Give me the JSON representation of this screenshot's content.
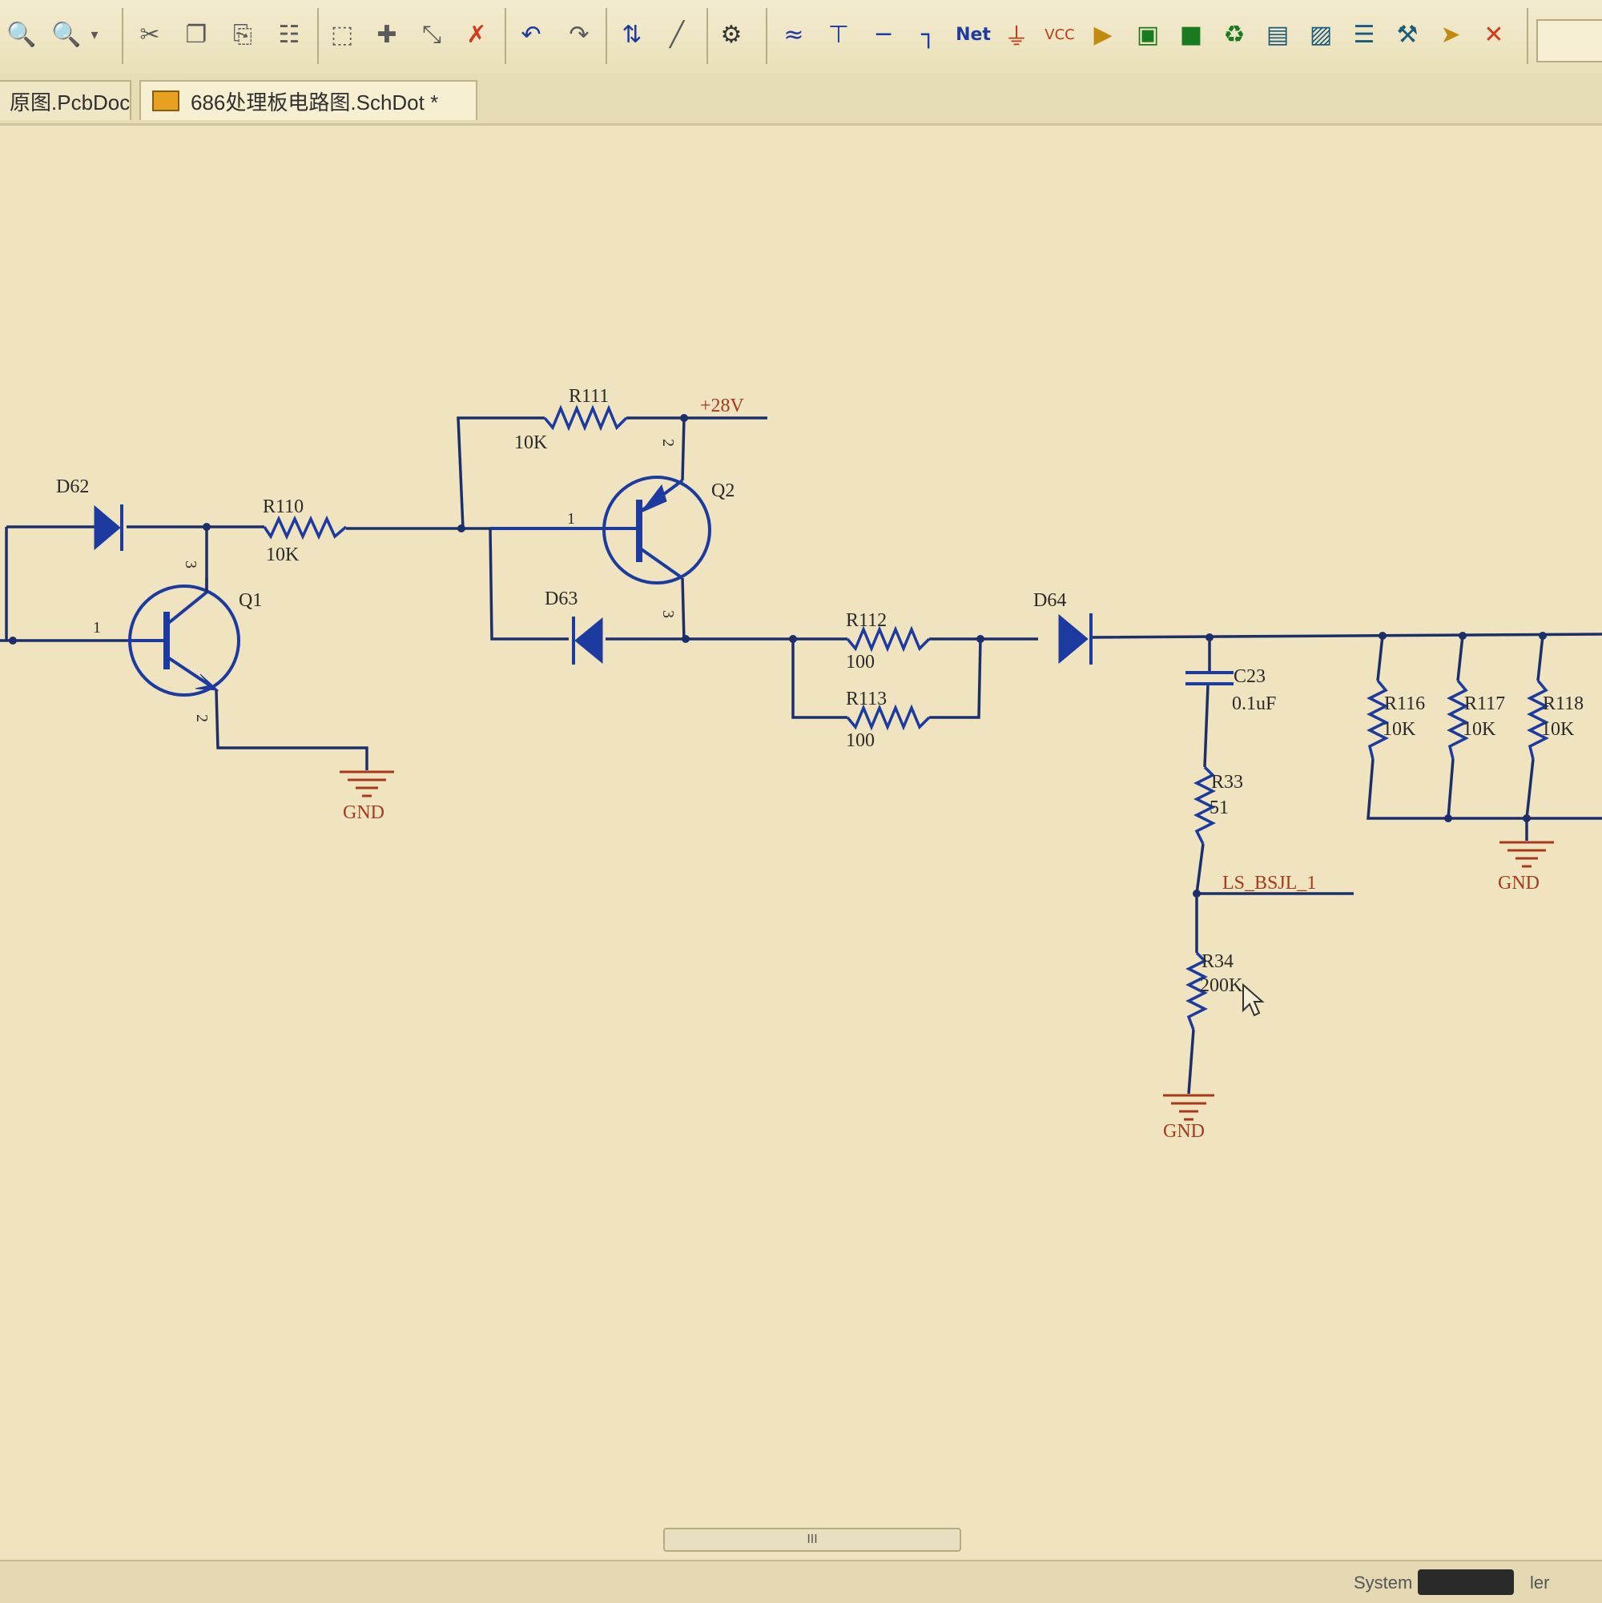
{
  "toolbar": {
    "vcc_label": "VCC",
    "net_label": "Net",
    "buttons": [
      "search-icon",
      "search-icon",
      "dropdown-icon",
      "cut-icon",
      "copy-icon",
      "paste-icon",
      "paste-array-icon",
      "select-icon",
      "move-icon",
      "deselect-icon",
      "clear-icon",
      "undo-icon",
      "redo-icon",
      "hierarchy-icon",
      "line-icon",
      "part-icon",
      "bus-icon",
      "bus-entry-icon",
      "wire-icon",
      "port-icon",
      "netlabel-icon",
      "ground-icon",
      "vcc-icon",
      "component-icon",
      "sheet-icon",
      "entry-icon",
      "device-icon",
      "harness-icon",
      "offsheet-icon",
      "directive-icon",
      "tag-icon",
      "noerc-icon",
      "close-icon"
    ]
  },
  "tabs": [
    {
      "label": "原图.PcbDoc"
    },
    {
      "label": "686处理板电路图.SchDot *"
    }
  ],
  "schematic": {
    "D62": "D62",
    "Q1": "Q1",
    "R110": {
      "des": "R110",
      "val": "10K"
    },
    "R111": {
      "des": "R111",
      "val": "10K"
    },
    "Q2": "Q2",
    "D63": "D63",
    "R112": {
      "des": "R112",
      "val": "100"
    },
    "R113": {
      "des": "R113",
      "val": "100"
    },
    "D64": "D64",
    "C23": {
      "des": "C23",
      "val": "0.1uF"
    },
    "R33": {
      "des": "R33",
      "val": "51"
    },
    "R34": {
      "des": "R34",
      "val": "200K"
    },
    "R116": {
      "des": "R116",
      "val": "10K"
    },
    "R117": {
      "des": "R117",
      "val": "10K"
    },
    "R118": {
      "des": "R118",
      "val": "10K"
    },
    "power": "+28V",
    "gnd": "GND",
    "netlabel": "LS_BSJL_1",
    "pins": {
      "one": "1",
      "two": "2",
      "three": "3"
    }
  },
  "scrollbar": {
    "grip": "III"
  },
  "status": {
    "left": "System",
    "right": "ler"
  }
}
